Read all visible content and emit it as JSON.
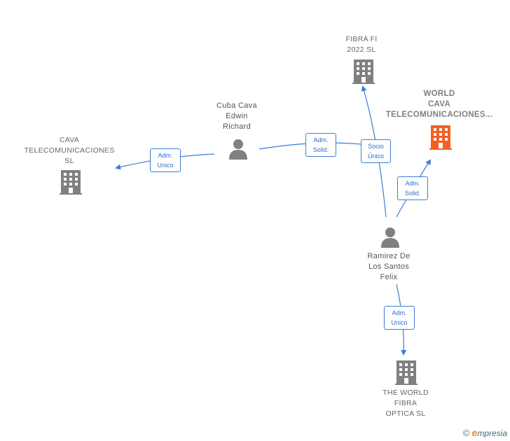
{
  "colors": {
    "edge": "#3b7dd8",
    "icon_gray": "#808080",
    "icon_highlight": "#f26122",
    "text": "#555555"
  },
  "nodes": {
    "fibra_fi": {
      "type": "company",
      "icon": "building-icon",
      "lines": [
        "FIBRA FI",
        "2022  SL"
      ]
    },
    "world_cava": {
      "type": "company-highlight",
      "icon": "building-icon",
      "lines": [
        "WORLD",
        "CAVA",
        "TELECOMUNICACIONES..."
      ]
    },
    "cuba_cava": {
      "type": "person",
      "icon": "person-icon",
      "lines": [
        "Cuba Cava",
        "Edwin",
        "Richard"
      ]
    },
    "cava_telecom": {
      "type": "company",
      "icon": "building-icon",
      "lines": [
        "CAVA",
        "TELECOMUNICACIONES",
        "SL"
      ]
    },
    "ramirez": {
      "type": "person",
      "icon": "person-icon",
      "lines": [
        "Ramirez De",
        "Los Santos",
        "Felix"
      ]
    },
    "world_fibra": {
      "type": "company",
      "icon": "building-icon",
      "lines": [
        "THE WORLD",
        "FIBRA",
        "OPTICA  SL"
      ]
    }
  },
  "edges": [
    {
      "id": "cuba_to_cava",
      "lines": [
        "Adm.",
        "Unico"
      ]
    },
    {
      "id": "cuba_to_world",
      "lines": [
        "Adm.",
        "Solid."
      ]
    },
    {
      "id": "ramirez_to_fibra",
      "lines": [
        "Socio",
        "Único"
      ]
    },
    {
      "id": "ramirez_to_world",
      "lines": [
        "Adm.",
        "Solid."
      ]
    },
    {
      "id": "ramirez_to_worldfibra",
      "lines": [
        "Adm.",
        "Unico"
      ]
    }
  ],
  "brand": {
    "copyright": "©",
    "initial": "e",
    "name": "mpresia"
  }
}
